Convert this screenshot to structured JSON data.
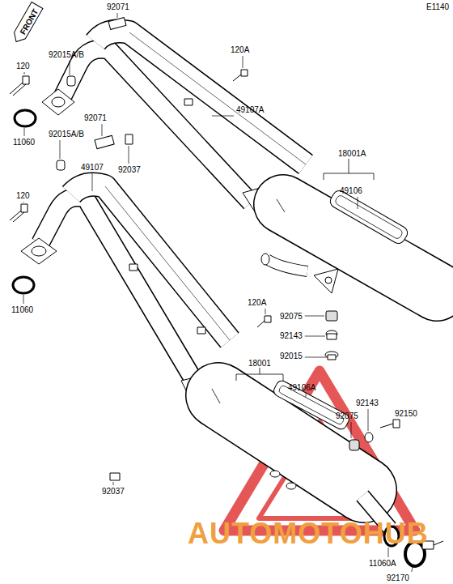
{
  "diagram": {
    "nodes": [
      {
        "text": [
          "FRONT"
        ]
      }
    ],
    "labels": [
      "E1140",
      "92071",
      "92015A/B",
      "120",
      "11060",
      "120A",
      "49107A",
      "92071",
      "92037",
      "92015A/B",
      "120",
      "49107",
      "18001A",
      "49106",
      "11060",
      "120A",
      "92075",
      "92143",
      "92015",
      "18001",
      "49106A",
      "92150",
      "92143",
      "92075",
      "92037",
      "11060A",
      "92170",
      "AUTOMOTOHUB"
    ]
  }
}
